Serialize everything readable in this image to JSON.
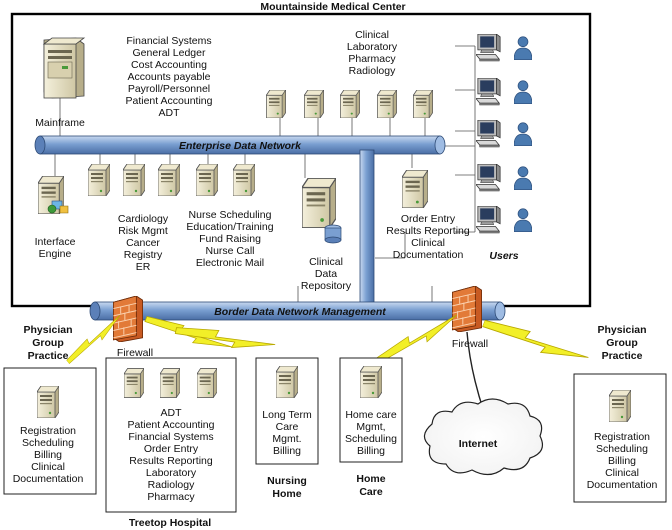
{
  "title": "Mountainside Medical Center",
  "networks": {
    "enterprise": "Enterprise Data Network",
    "border": "Border Data Network Management"
  },
  "nodes": {
    "mainframe": "Mainframe",
    "financial_systems": [
      "Financial Systems",
      "General Ledger",
      "Cost Accounting",
      "Accounts payable",
      "Payroll/Personnel",
      "Patient Accounting",
      "ADT"
    ],
    "clinical_services": [
      "Clinical",
      "Laboratory",
      "Pharmacy",
      "Radiology"
    ],
    "users": "Users",
    "interface_engine": [
      "Interface",
      "Engine"
    ],
    "cardiology": [
      "Cardiology",
      "Risk Mgmt",
      "Cancer",
      "Registry",
      "ER"
    ],
    "nurse_scheduling": [
      "Nurse Scheduling",
      "Education/Training",
      "Fund Raising",
      "Nurse Call",
      "Electronic Mail"
    ],
    "clinical_repository": [
      "Clinical",
      "Data",
      "Repository"
    ],
    "order_entry": [
      "Order Entry",
      "Results Reporting",
      "Clinical",
      "Documentation"
    ]
  },
  "external": {
    "firewall_left": "Firewall",
    "firewall_right": "Firewall",
    "physician_left_title": [
      "Physician",
      "Group",
      "Practice"
    ],
    "physician_left_services": [
      "Registration",
      "Scheduling",
      "Billing",
      "Clinical",
      "Documentation"
    ],
    "treetop_services": [
      "ADT",
      "Patient Accounting",
      "Financial Systems",
      "Order Entry",
      "Results Reporting",
      "Laboratory",
      "Radiology",
      "Pharmacy"
    ],
    "treetop_title": "Treetop Hospital",
    "nursing_services": [
      "Long Term",
      "Care",
      "Mgmt.",
      "Billing"
    ],
    "nursing_title": [
      "Nursing",
      "Home"
    ],
    "homecare_services": [
      "Home care",
      "Mgmt,",
      "Scheduling",
      "Billing"
    ],
    "homecare_title": [
      "Home",
      "Care"
    ],
    "internet": "Internet",
    "physician_right_title": [
      "Physician",
      "Group",
      "Practice"
    ],
    "physician_right_services": [
      "Registration",
      "Scheduling",
      "Billing",
      "Clinical",
      "Documentation"
    ]
  },
  "colors": {
    "pipe": "#7a9fd1",
    "pipe_dark": "#3d5f93",
    "server": "#e8e2c8",
    "server_dark": "#9a9478",
    "firewall": "#e07a3a",
    "user": "#4a7ab0",
    "lightning": "#f2ef28"
  }
}
